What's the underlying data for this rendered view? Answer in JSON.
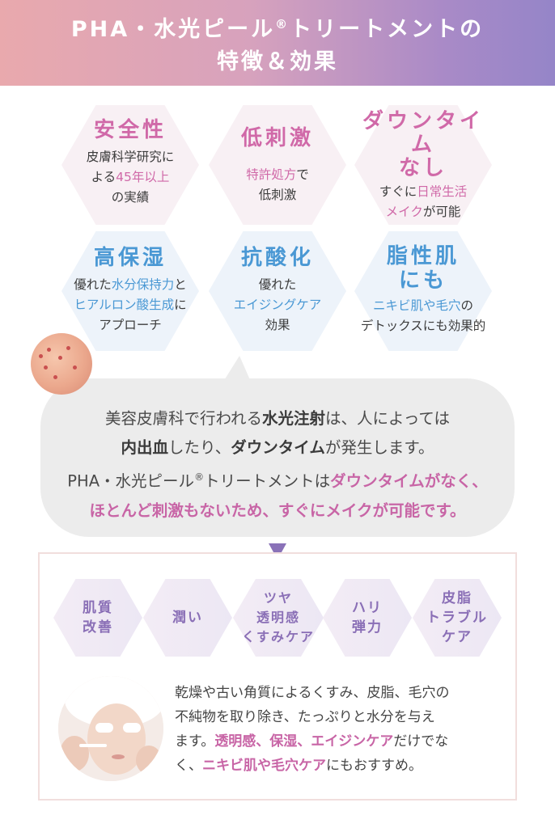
{
  "header": {
    "line1_a": "PHA・水光ピール",
    "line1_reg": "®",
    "line1_b": "トリートメントの",
    "line2": "特徴＆効果"
  },
  "features": [
    {
      "title": "安全性",
      "desc": [
        "皮膚科学研究に",
        "よる",
        "45年以上",
        "の実績"
      ]
    },
    {
      "title": "低刺激",
      "desc": [
        "特許処方",
        "で",
        "低刺激"
      ]
    },
    {
      "title_lines": [
        "ダウンタイ",
        "ム",
        "なし"
      ],
      "desc": [
        "すぐに",
        "日常生活",
        "メイク",
        "が可能"
      ]
    },
    {
      "title": "高保湿",
      "desc": [
        "優れた",
        "水分保持力",
        "と",
        "ヒアルロン酸生成",
        "に",
        "アプローチ"
      ]
    },
    {
      "title": "抗酸化",
      "desc": [
        "優れた",
        "エイジングケア",
        "効果"
      ]
    },
    {
      "title_lines": [
        "脂性肌",
        "にも"
      ],
      "desc": [
        "ニキビ肌や毛穴",
        "の",
        "デトックスにも効果的"
      ]
    }
  ],
  "bubble": {
    "l1_a": "美容皮膚科で行われる",
    "l1_b": "水光注射",
    "l1_c": "は、人によっては",
    "l2_a": "内出血",
    "l2_b": "したり、",
    "l2_c": "ダウンタイム",
    "l2_d": "が発生します。",
    "l3_a": "PHA・水光ピール",
    "l3_reg": "®",
    "l3_b": "トリートメントは",
    "l3_c": "ダウンタイムがなく、",
    "l4": "ほとんど刺激もないため、すぐにメイクが可能です。"
  },
  "benefits": [
    [
      "肌質",
      "改善"
    ],
    [
      "潤い"
    ],
    [
      "ツヤ",
      "透明感",
      "くすみケア"
    ],
    [
      "ハリ",
      "弾力"
    ],
    [
      "皮脂",
      "トラブル",
      "ケア"
    ]
  ],
  "result": {
    "l1": "乾燥や古い角質によるくすみ、皮脂、毛穴の",
    "l2": "不純物を取り除き、たっぷりと水分を与え",
    "l3_a": "ます。",
    "l3_b": "透明感、保湿、エイジンケア",
    "l3_c": "だけでな",
    "l4_a": "く、",
    "l4_b": "ニキビ肌や毛穴ケア",
    "l4_c": "にもおすすめ。"
  },
  "colors": {
    "pink": "#d069a8",
    "blue": "#4a98d4",
    "purple": "#8a6fb6",
    "header_start": "#e9a9ad",
    "header_end": "#9585c8"
  }
}
